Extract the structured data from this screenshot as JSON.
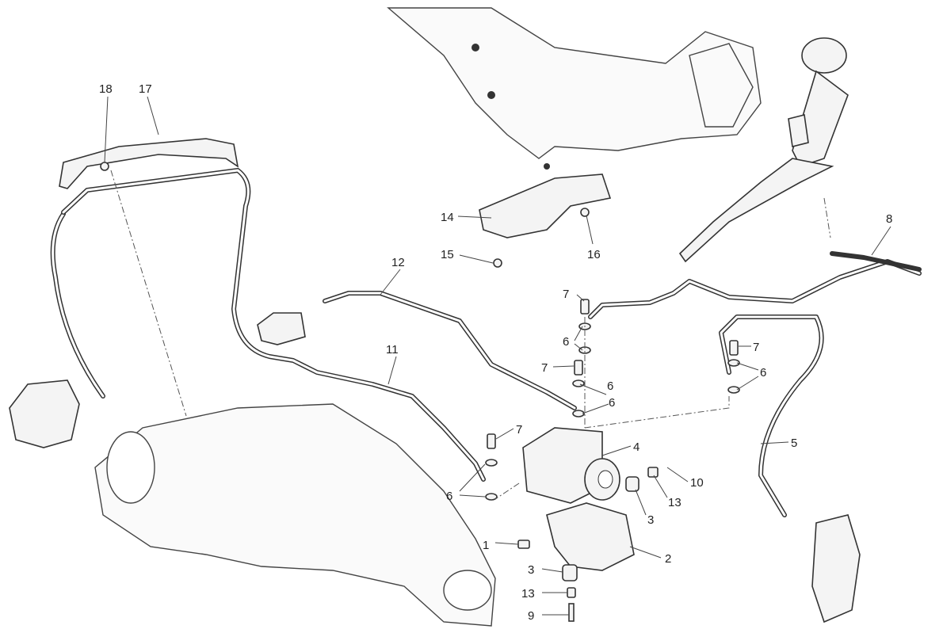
{
  "diagram": {
    "title": "ABS brake system exploded view",
    "callouts": {
      "c18": "18",
      "c17": "17",
      "c14": "14",
      "c15": "15",
      "c16": "16",
      "c12": "12",
      "c8": "8",
      "c11": "11",
      "c5": "5",
      "c7a": "7",
      "c6a": "6",
      "c7b": "7",
      "c6b": "6",
      "c7c": "7",
      "c6c": "6",
      "c7d": "7",
      "c6d": "6",
      "c4": "4",
      "c10": "10",
      "c13a": "13",
      "c3a": "3",
      "c1": "1",
      "c2": "2",
      "c3b": "3",
      "c13b": "13",
      "c9": "9"
    }
  }
}
